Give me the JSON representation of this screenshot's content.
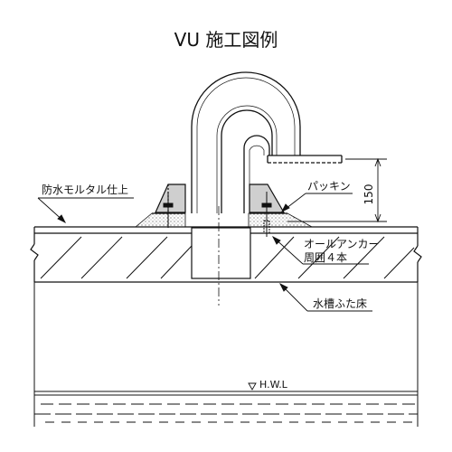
{
  "title": "VU 施工図例",
  "labels": {
    "waterproof_mortar": "防水モルタル仕上",
    "packing": "パッキン",
    "dimension": "150",
    "anchor_line1": "オールアンカー",
    "anchor_line2": "周囲４本",
    "tank_floor": "水槽ふた床",
    "hwl": "H.W.L"
  },
  "colors": {
    "line": "#111111",
    "hatch_fill": "#cfcfcf",
    "mortar_dot": "#555555"
  }
}
